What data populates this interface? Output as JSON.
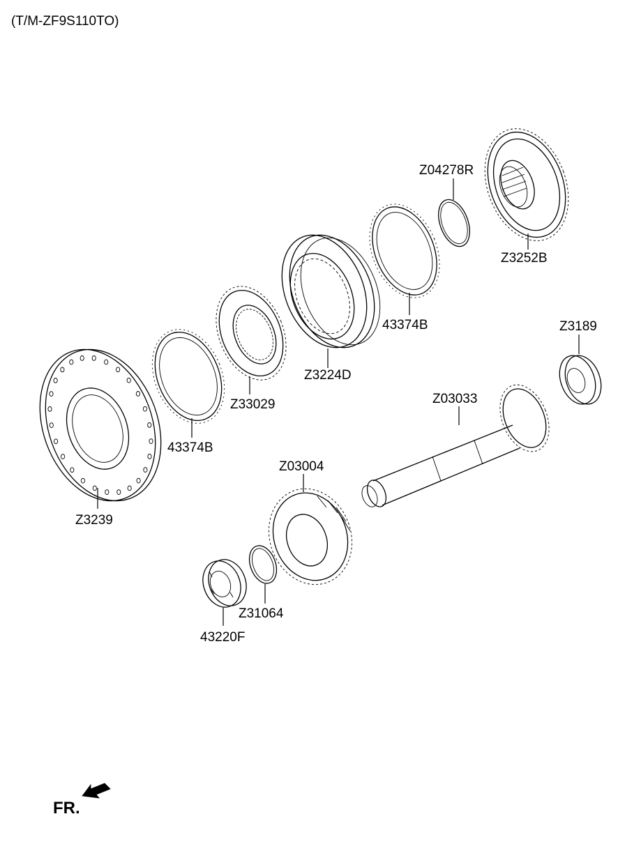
{
  "title": "(T/M-ZF9S110TO)",
  "parts": [
    {
      "id": "Z3252B",
      "label": "Z3252B"
    },
    {
      "id": "Z04278R",
      "label": "Z04278R"
    },
    {
      "id": "43374B-upper",
      "label": "43374B"
    },
    {
      "id": "Z3224D",
      "label": "Z3224D"
    },
    {
      "id": "Z33029",
      "label": "Z33029"
    },
    {
      "id": "43374B-lower",
      "label": "43374B"
    },
    {
      "id": "Z3239",
      "label": "Z3239"
    },
    {
      "id": "Z3189",
      "label": "Z3189"
    },
    {
      "id": "Z03033",
      "label": "Z03033"
    },
    {
      "id": "Z03004",
      "label": "Z03004"
    },
    {
      "id": "Z31064",
      "label": "Z31064"
    },
    {
      "id": "43220F",
      "label": "43220F"
    }
  ],
  "direction_marker": {
    "label": "FR.",
    "icon": "front-arrow-icon"
  }
}
